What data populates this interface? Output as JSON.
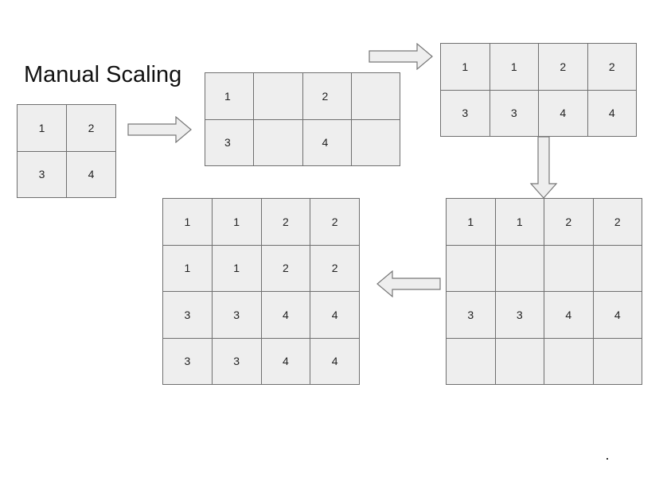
{
  "title": "Manual Scaling",
  "grids": [
    {
      "id": "grid-initial-2x2",
      "rows": 2,
      "cols": 2,
      "cells": [
        "1",
        "2",
        "3",
        "4"
      ]
    },
    {
      "id": "grid-spread-columns",
      "rows": 2,
      "cols": 4,
      "cells": [
        "1",
        "",
        "2",
        "",
        "3",
        "",
        "4",
        ""
      ]
    },
    {
      "id": "grid-filled-columns",
      "rows": 2,
      "cols": 4,
      "cells": [
        "1",
        "1",
        "2",
        "2",
        "3",
        "3",
        "4",
        "4"
      ]
    },
    {
      "id": "grid-spread-rows",
      "rows": 4,
      "cols": 4,
      "cells": [
        "1",
        "1",
        "2",
        "2",
        "",
        "",
        "",
        "",
        "3",
        "3",
        "4",
        "4",
        "",
        "",
        "",
        ""
      ]
    },
    {
      "id": "grid-final-4x4",
      "rows": 4,
      "cols": 4,
      "cells": [
        "1",
        "1",
        "2",
        "2",
        "1",
        "1",
        "2",
        "2",
        "3",
        "3",
        "4",
        "4",
        "3",
        "3",
        "4",
        "4"
      ]
    }
  ],
  "colors": {
    "cell_fill": "#eeeeee",
    "cell_border": "#6f6f6f",
    "arrow_fill": "#eeeeee",
    "arrow_stroke": "#777777"
  },
  "icons": [
    "arrow-right-icon",
    "arrow-right-icon",
    "arrow-down-icon",
    "arrow-left-icon"
  ]
}
